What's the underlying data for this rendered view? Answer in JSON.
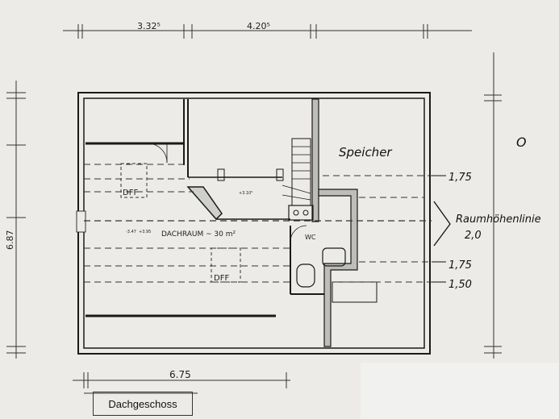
{
  "plan": {
    "floor_name": "Dachgeschoss",
    "room_label": "DACHRAUM",
    "room_area": "~ 30 m²",
    "storage_label": "Speicher",
    "window_label_1": "DFF",
    "window_label_2": "DFF",
    "wc_label": "WC",
    "height_line_label": "Raumhöhenlinie",
    "height_line_value": "2,0",
    "level_labels": [
      "1,75",
      "1,75",
      "1,50"
    ],
    "dim_top_left": "3.32⁵",
    "dim_top_right": "4.20⁵",
    "dim_bottom": "6.75",
    "dim_left": "6.87",
    "level_marks": [
      "-3.47",
      "+3.95"
    ],
    "room_label_small": "+3.10⁵",
    "mark_o": "O"
  },
  "colors": {
    "paper": "#f1f1ef",
    "ink": "#1a1a1a",
    "background": "#d9d9d6"
  }
}
